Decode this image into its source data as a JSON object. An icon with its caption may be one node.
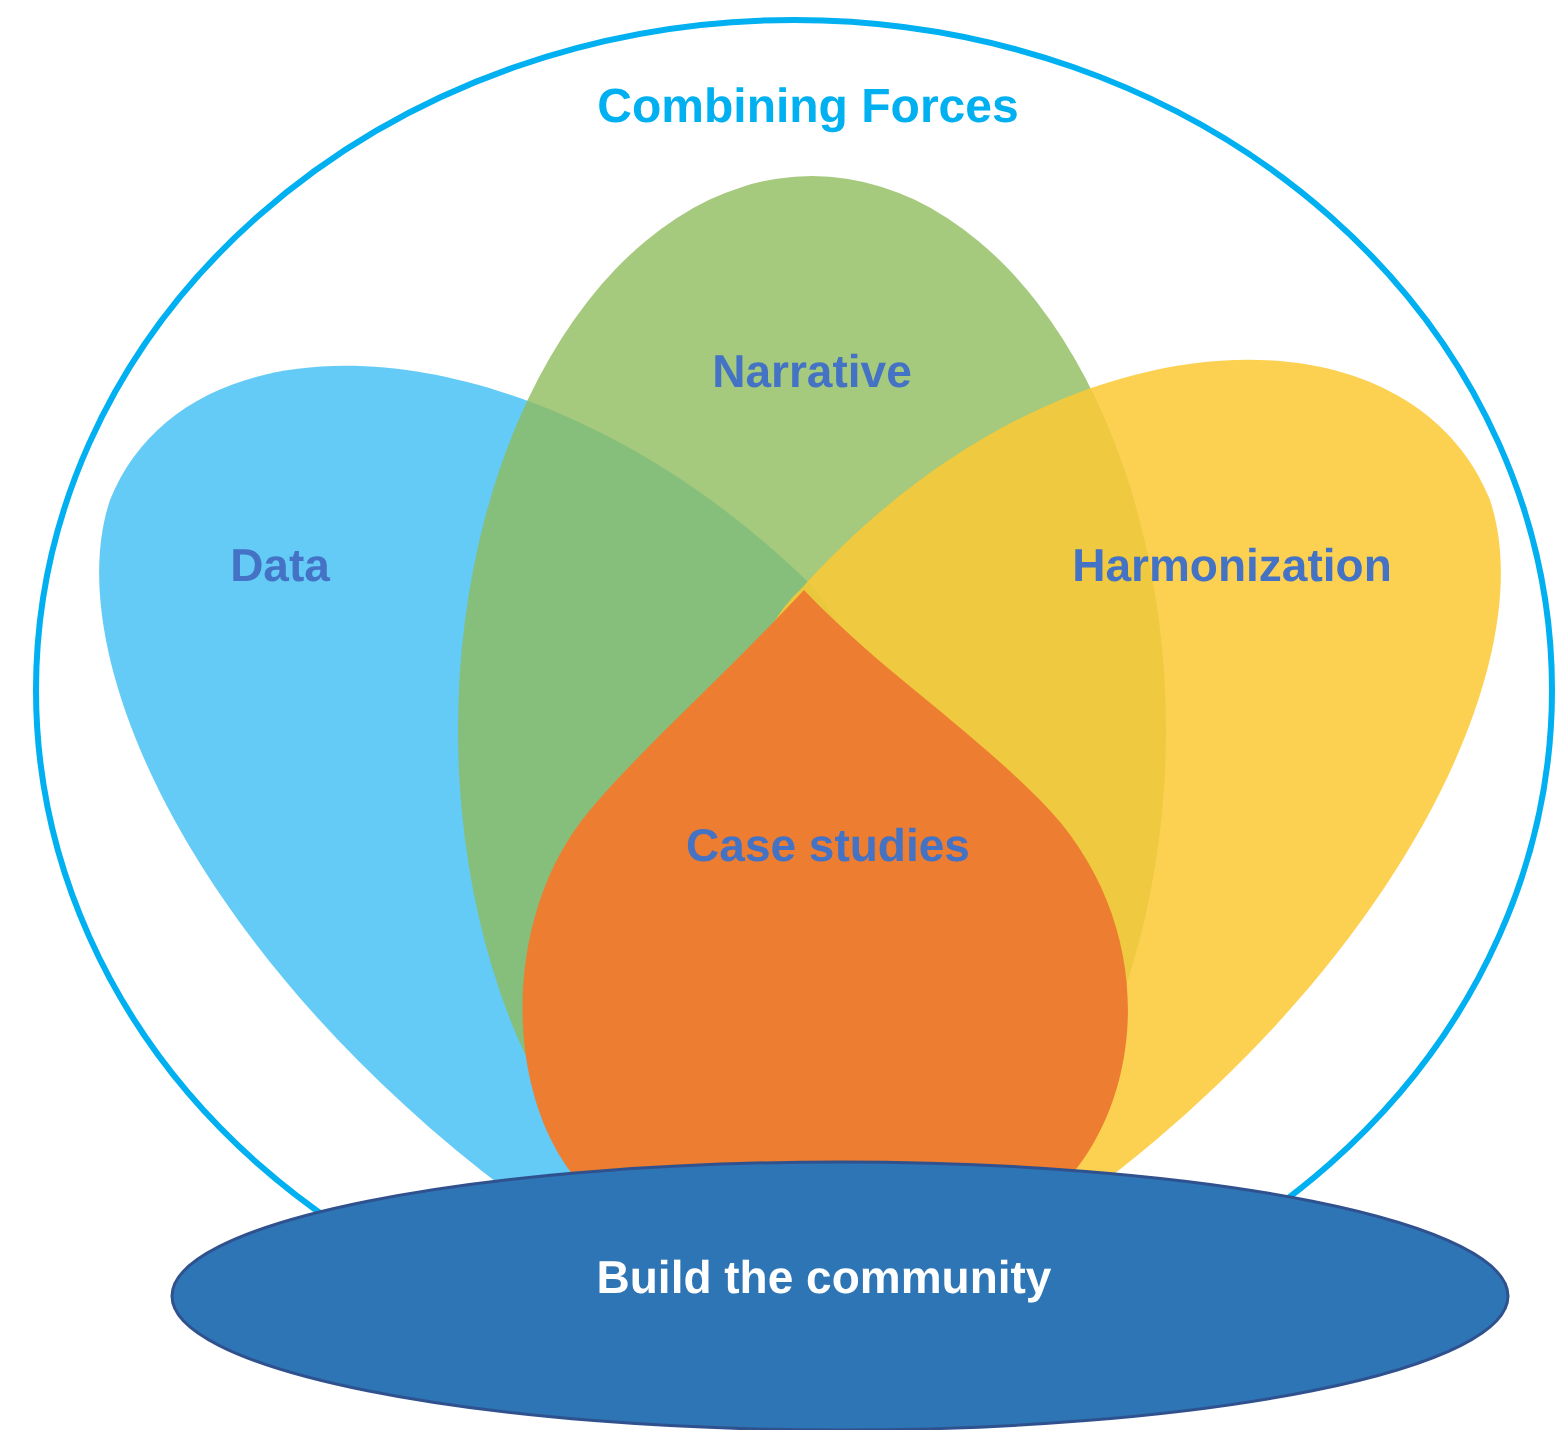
{
  "diagram": {
    "nodes": [
      {
        "text": [
          "Combining Forces"
        ]
      },
      {
        "text": [
          "Data"
        ],
        "in": 0
      },
      {
        "text": [
          "Narrative"
        ],
        "in": 0
      },
      {
        "text": [
          "Harmonization"
        ],
        "in": 0
      },
      {
        "text": [
          "Case studies"
        ],
        "in": 2
      },
      {
        "text": [
          "Build the community"
        ]
      }
    ]
  }
}
